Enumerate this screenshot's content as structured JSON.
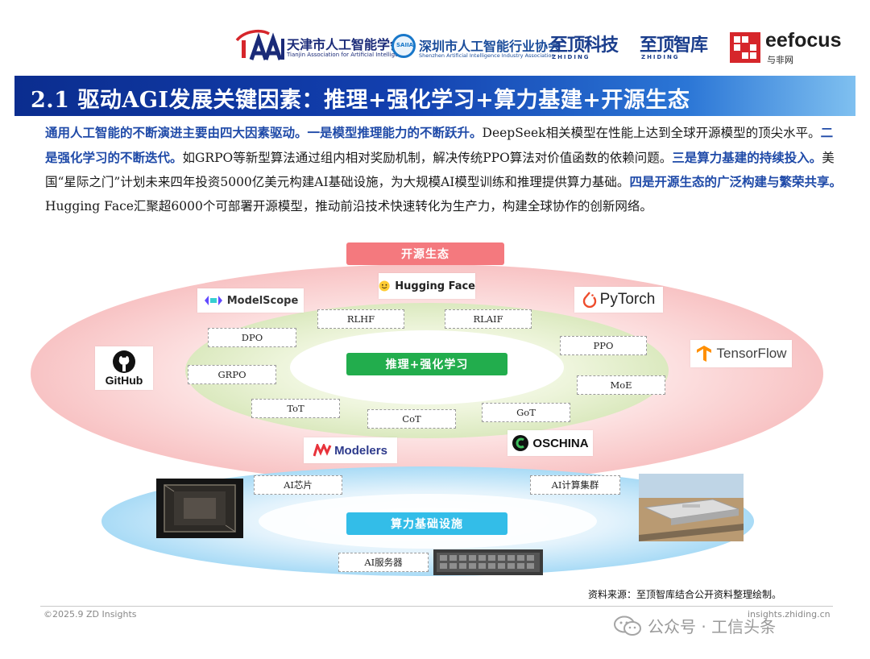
{
  "logos": {
    "tjaai": {
      "name": "天津市人工智能学会",
      "en": "Tianjin Association for Artificial Intelligence"
    },
    "szaia": {
      "badge": "SAIIA",
      "name": "深圳市人工智能行业协会",
      "en": "Shenzhen Artificial Intelligence Industry Association"
    },
    "zd_tech": {
      "name": "至顶科技",
      "en": "ZHIDING"
    },
    "zd_think": {
      "name": "至顶智库",
      "en": "ZHIDING"
    },
    "eefocus": {
      "name": "eefocus",
      "sub": "与非网"
    }
  },
  "title": "2.1 驱动AGI发展关键因素：推理+强化学习+算力基建+开源生态",
  "summary": [
    {
      "text": "通用人工智能的不断演进主要由四大因素驱动。一是模型推理能力的不断跃升。",
      "highlight": true
    },
    {
      "text": "DeepSeek相关模型在性能上达到全球开源模型的顶尖水平。",
      "highlight": false
    },
    {
      "text": "二是强化学习的不断迭代。",
      "highlight": true
    },
    {
      "text": "如GRPO等新型算法通过组内相对奖励机制，解决传统PPO算法对价值函数的依赖问题。",
      "highlight": false
    },
    {
      "text": "三是算力基建的持续投入。",
      "highlight": true
    },
    {
      "text": "美国“星际之门”计划未来四年投资5000亿美元构建AI基础设施，为大规模AI模型训练和推理提供算力基础。",
      "highlight": false
    },
    {
      "text": "四是开源生态的广泛构建与繁荣共享。",
      "highlight": true
    },
    {
      "text": "Hugging Face汇聚超6000个可部署开源模型，推动前沿技术快速转化为生产力，构建全球协作的创新网络。",
      "highlight": false
    }
  ],
  "diagram": {
    "open_source_label": "开源生态",
    "rl_label": "推理+强化学习",
    "infra_label": "算力基础设施",
    "rl_terms": [
      "RLHF",
      "RLAIF",
      "DPO",
      "PPO",
      "GRPO",
      "MoE",
      "ToT",
      "CoT",
      "GoT"
    ],
    "infra_terms": [
      "AI芯片",
      "AI计算集群",
      "AI服务器"
    ],
    "brands": {
      "huggingface": "Hugging Face",
      "modelscope": "ModelScope",
      "pytorch": "PyTorch",
      "github": "GitHub",
      "tensorflow": "TensorFlow",
      "modelers": "Modelers",
      "oschina": "OSCHINA"
    }
  },
  "footer": {
    "source": "资料来源：至顶智库结合公开资料整理绘制。",
    "copyright": "©2025.9 ZD Insights",
    "website": "insights.zhiding.cn",
    "watermark": "公众号 · 工信头条"
  },
  "colors": {
    "banner_start": "#0b2d8f",
    "banner_end": "#7fc0f0",
    "highlight_text": "#1f4aa8",
    "open_source_pill": "#f4797e",
    "rl_pill": "#22ad4d",
    "infra_pill": "#33bde8"
  }
}
